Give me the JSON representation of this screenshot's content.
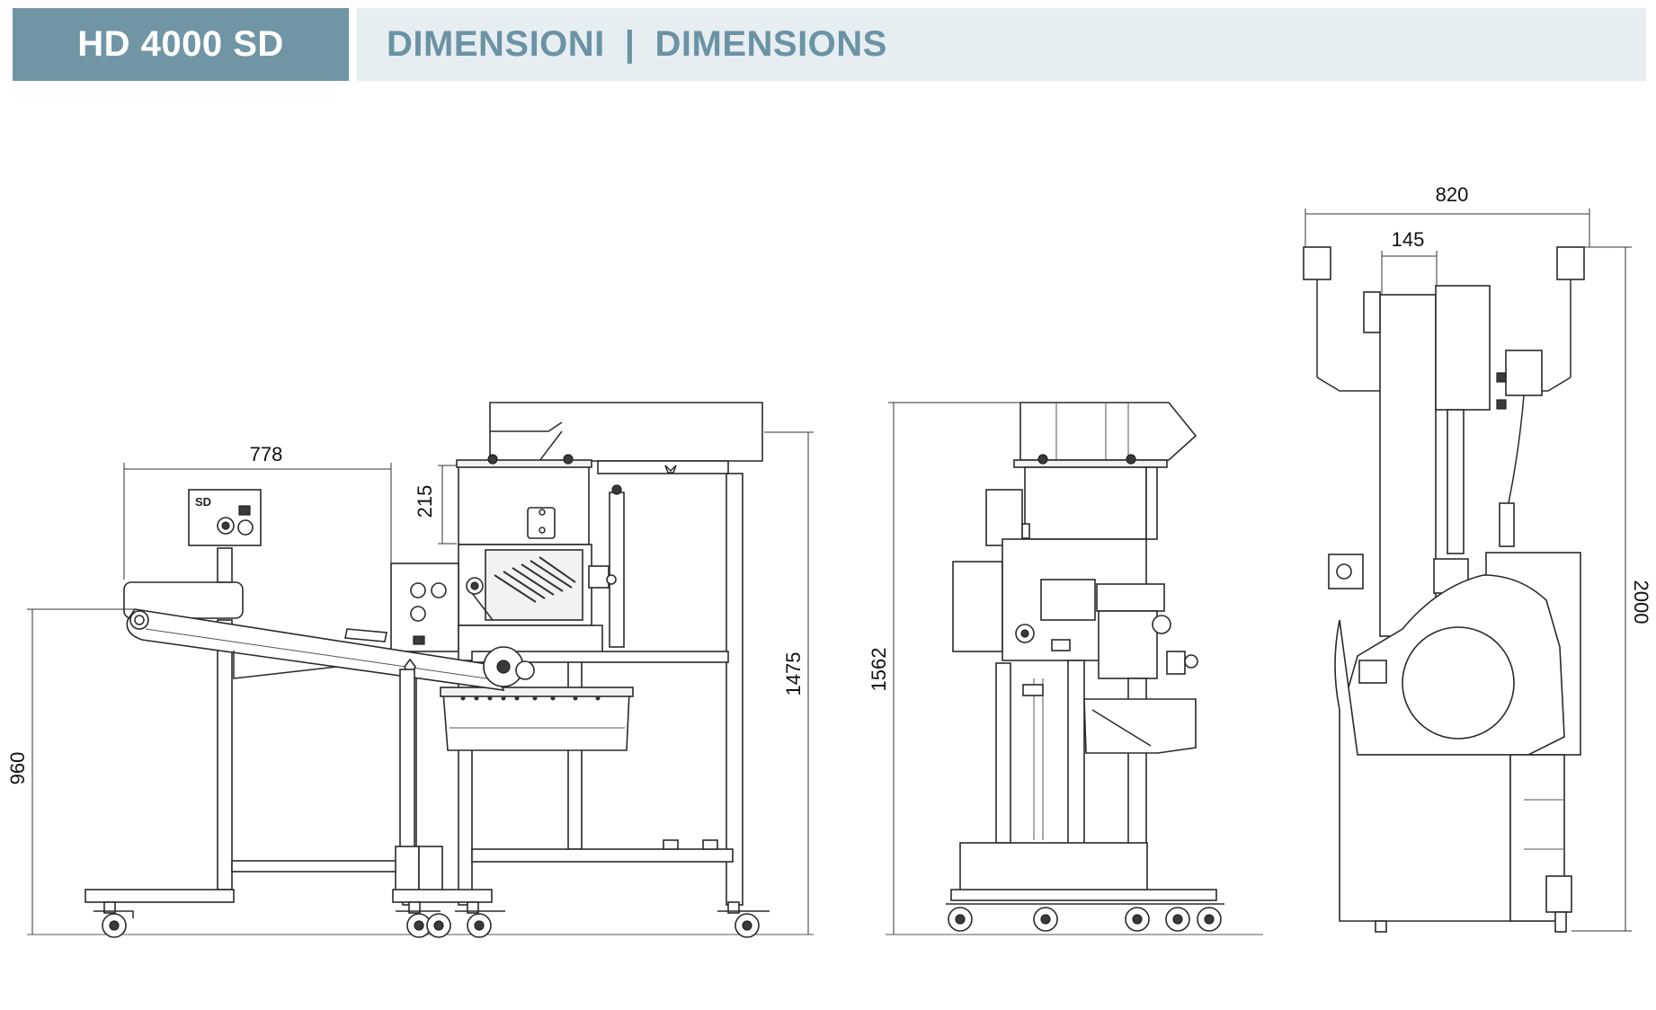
{
  "header": {
    "model": "HD 4000 SD",
    "title_it": "DIMENSIONI",
    "separator": "|",
    "title_en": "DIMENSIONS"
  },
  "colors": {
    "header_model_bg": "#7096a6",
    "header_title_bg": "#e6eef2",
    "header_title_text": "#6b93a4"
  },
  "panel_label": "SD",
  "dimensions": {
    "width_conveyor": "778",
    "height_hopper": "215",
    "height_total_front": "1475",
    "height_conveyor": "960",
    "height_side": "1562",
    "width_top_view": "820",
    "width_top_inner": "145",
    "height_top_view": "2000"
  }
}
